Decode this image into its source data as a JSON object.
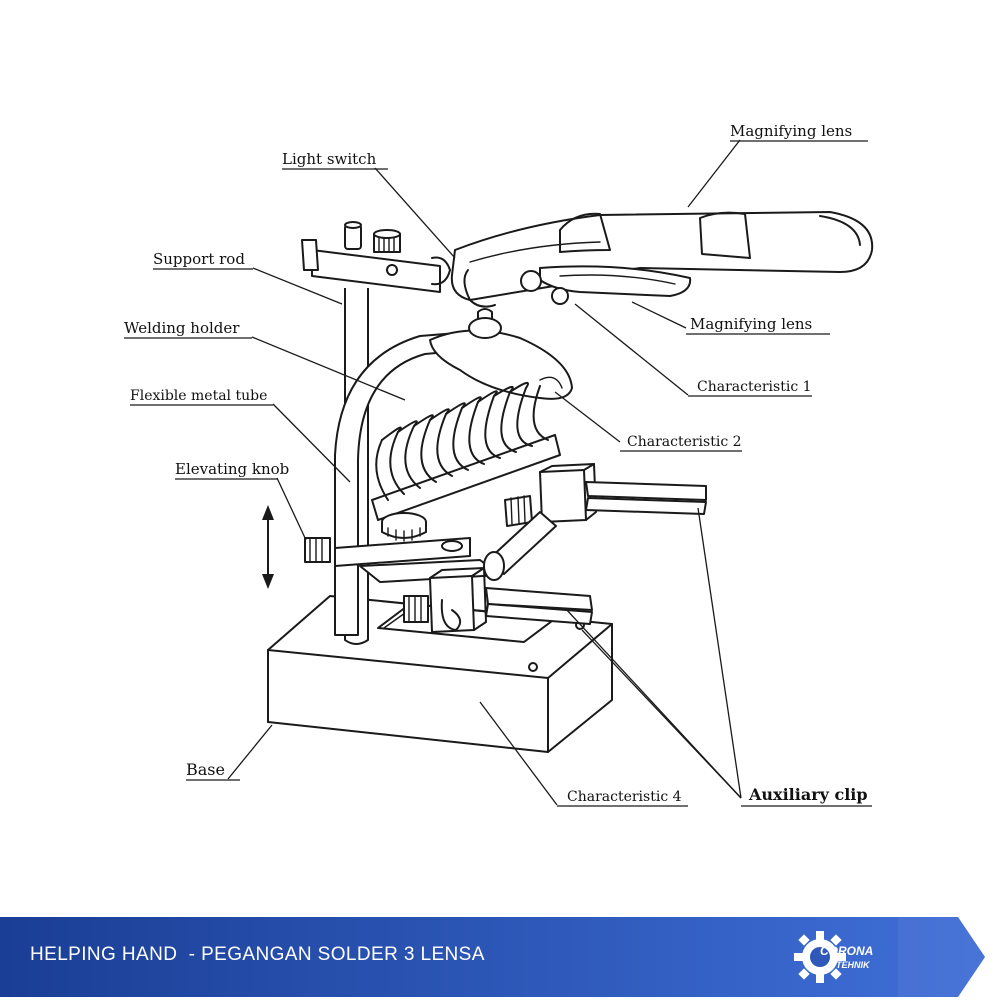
{
  "labels": {
    "magnifying_lens_top": "Magnifying lens",
    "light_switch": "Light switch",
    "support_rod": "Support rod",
    "welding_holder": "Welding holder",
    "flexible_metal_tube": "Flexible metal tube",
    "elevating_knob": "Elevating knob",
    "magnifying_lens_small": "Magnifying lens",
    "characteristic_1": "Characteristic 1",
    "characteristic_2": "Characteristic 2",
    "base": "Base",
    "characteristic_4": "Characteristic 4",
    "auxiliary_clip": "Auxiliary clip"
  },
  "banner": {
    "title": "HELPING HAND  - PEGANGAN SOLDER 3 LENSA",
    "logo_line1": "CORONA",
    "logo_line2": "TEHNIK",
    "gradient_start": "#1a3e95",
    "gradient_end": "#3f6fd8"
  }
}
